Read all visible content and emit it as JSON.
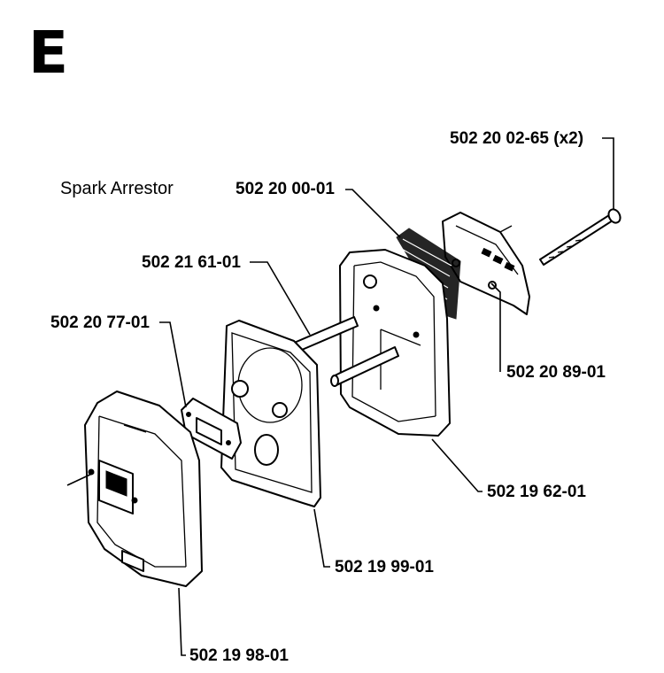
{
  "section_letter": "E",
  "title": "Spark Arrestor",
  "parts": {
    "screw": "502 20 02-65 (x2)",
    "spark_arrestor": "502 20 00-01",
    "tube": "502 21 61-01",
    "gasket": "502 20 77-01",
    "bracket": "502 20 89-01",
    "muffler_body": "502 19 62-01",
    "plate": "502 19 99-01",
    "cover": "502 19 98-01"
  }
}
